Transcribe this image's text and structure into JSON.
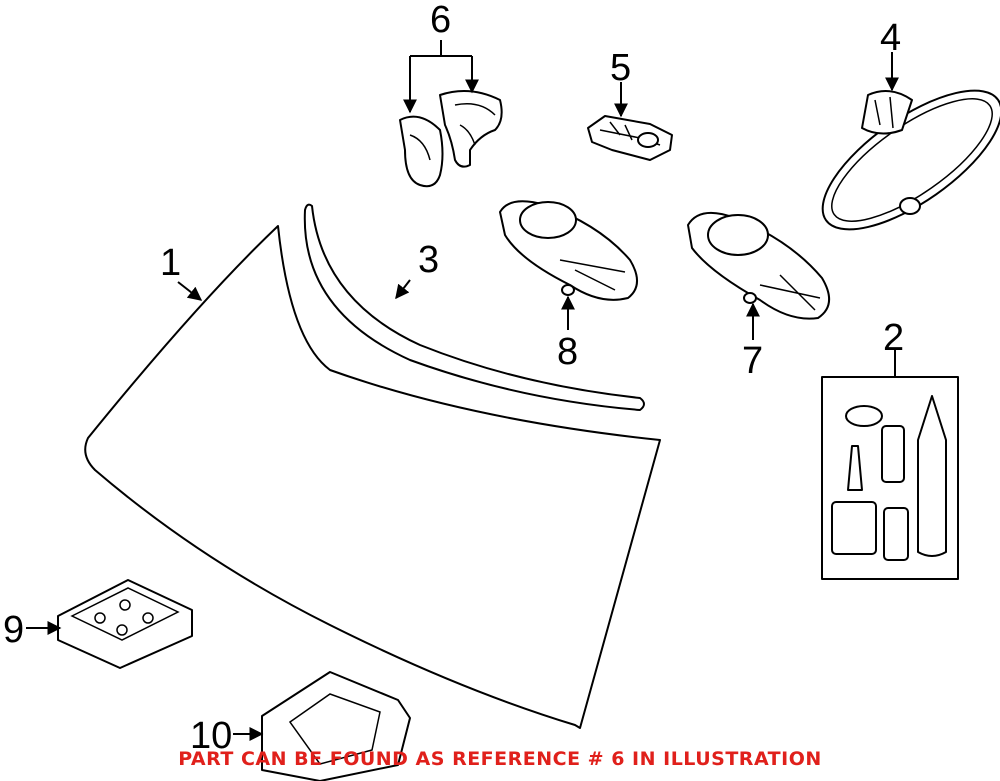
{
  "callouts": {
    "c1": "1",
    "c2": "2",
    "c3": "3",
    "c4": "4",
    "c5": "5",
    "c6": "6",
    "c7": "7",
    "c8": "8",
    "c9": "9",
    "c10": "10"
  },
  "footer_note": "PART CAN BE FOUND AS REFERENCE # 6 IN ILLUSTRATION",
  "colors": {
    "footer_text": "#e0201b",
    "line": "#000000",
    "background": "#ffffff"
  }
}
